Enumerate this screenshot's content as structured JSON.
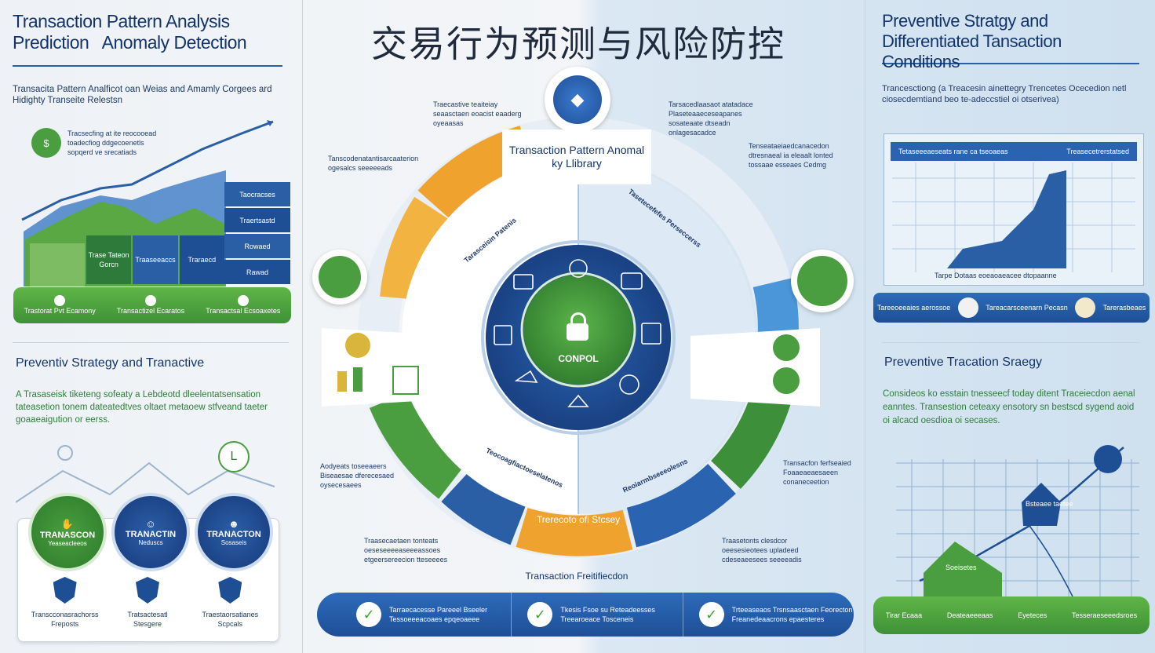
{
  "main_title": "交易行为预测与风险防控",
  "left": {
    "title_line1": "Transaction Pattern Analysis",
    "title_line2": "Prediction   Anomaly Detection",
    "subtitle": "Transacita Pattern Analficot oan Weias and Amamly Corgees ard Hidighty Transeite Relestsn",
    "chart_note": "Tracsecfing at ite reocooead toadecfiog ddgecoenetls sopqerd ve srecatiads",
    "bar_labels": [
      "Taocracses",
      "Traertsastd",
      "Rowaed",
      "Rawad"
    ],
    "lower_bar_labels": [
      "Trase Tateon Gorcn",
      "Traaseeaccs",
      "Traraecd"
    ],
    "green_bar_items": [
      "Trastorat Pvt Ecamony",
      "Transactizel Ecaratos",
      "Transactsal Ecsoaxetes"
    ],
    "section2_title": "Preventiv Strategy and Tranactive",
    "section2_text": "A Trasaseisk tiketeng sofeaty a Lebdeotd dleelentatsensation tateasetion tonem dateatedtves oltaet metaoew stfveand taeter goaaeaigution or eerss.",
    "circles": [
      {
        "label": "TRANASCON",
        "sub": "Yeaseacleeos"
      },
      {
        "label": "TRANACTIN",
        "sub": "Neduscs"
      },
      {
        "label": "TRANACTON",
        "sub": "Sosaseis"
      }
    ],
    "cards": [
      {
        "line1": "Transcconasrachorss",
        "line2": "Freposts"
      },
      {
        "line1": "Tratsactesatl",
        "line2": "Stesgere"
      },
      {
        "line1": "Traestaorsatianes",
        "line2": "Scpcals"
      }
    ]
  },
  "center": {
    "badge_text": "Transaction Pattern Anomal ky Llibrary",
    "core_label": "CONPOL",
    "bottom_label": "Transaction Freitifiecdon",
    "bottom_segment": "Trerecoto ofi Stcsey",
    "ring_labels": [
      "Tarasceisin Patenis",
      "Tasetecefefes Perseccerss",
      "Teocoagfiactoeselatenos",
      "Reoiarmbseeeolesns"
    ],
    "side_notes": [
      "Traecastive teaiteiay seaasctaen eoacist eaaderg oyeaasas",
      "Tarsacedlaasaot atatadace Plaseteaaeceseapanes sosateaate dtseadn onlagesacadce",
      "Tanscodenatantisarcaaterion ogesalcs seeeeeads",
      "Tenseataeiaedcanacedon dtresnaeal ia eleaalt lonted tossaae esseaes Cedmg",
      "Aodyeats toseeaeers Biseaesae dferecesaed oysecesaees",
      "Transacfon ferfseaied Foaaeaeaesaeen conaneceetion",
      "Traasecaetaen tonteats oeseseeeeaseeeassoes etgeersereecion tteseeees",
      "Traasetonts clesdcor oeesesieotees upladeed cdeseaeesees seeeeadis"
    ],
    "bottom_buttons": [
      {
        "line1": "Tarraecacesse Pareeel Bseeler",
        "line2": "Tessoeeeacoaes epqeoaeee"
      },
      {
        "line1": "Tkesis Fsoe su Reteadeesses",
        "line2": "Treearoeace Tosceneis"
      },
      {
        "line1": "Trteeaseaos Trsnsaasctaen Feorecton",
        "line2": "Freanedeaacrons epaesteres"
      }
    ]
  },
  "right": {
    "title_line1": "Preventive Stratgy and",
    "title_line2": "Differentiated Tansaction",
    "title_line3": "Conditions",
    "subtitle": "Trancesctiong (a Treacesin ainettegry Trencetes Ocecedion netl ciosecdemtiand beo te-adeccstiel oi otserivea)",
    "chart_header": [
      "Tetaseeeaeseats rane ca tseoaeas",
      "Treasecetrerstatsed"
    ],
    "chart_footer": "Tarpe Dotaas eoeaoaeacee dtopaanne",
    "legend_items": [
      "Tareeoeeaies aerossoe",
      "Tareacarsceenarn Pecasn",
      "Tarerasbeaes"
    ],
    "section2_title": "Preventive Tracation Sraegy",
    "section2_text": "Consideos ko esstain tnesseecf today ditent Traceiecdon aenal eanntes. Transestion ceteaxy ensotory sn bestscd sygend aoid oi alcacd oesdioa oi secases.",
    "step_labels": [
      "Bsteaee taetee",
      "Soeisetes"
    ],
    "footer_items": [
      "Tirar Ecaaa",
      "Deateaeeeaas",
      "Eyeteces",
      "Tesseraeseeedsroes"
    ]
  },
  "colors": {
    "navy": "#13346b",
    "blue": "#1e5aa8",
    "green": "#4a9e3f",
    "orange": "#f0a22e",
    "light_blue": "#cfe0ef"
  }
}
